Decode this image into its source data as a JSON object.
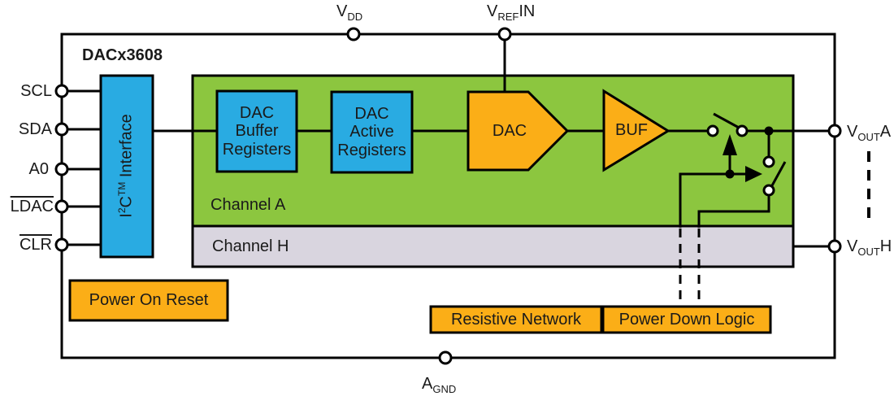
{
  "title": "DACx3608",
  "colors": {
    "blue": "#29ABE2",
    "green": "#8CC63F",
    "orange": "#FBAE17",
    "lavender": "#D9D5DF",
    "line": "#000000"
  },
  "pins": {
    "vdd": {
      "base": "V",
      "sub": "DD",
      "suffix": ""
    },
    "vrefin": {
      "base": "V",
      "sub": "REF",
      "suffix": "IN"
    },
    "scl": {
      "label": "SCL"
    },
    "sda": {
      "label": "SDA"
    },
    "a0": {
      "label": "A0"
    },
    "ldac": {
      "label": "LDAC"
    },
    "clr": {
      "label": "CLR"
    },
    "vouta": {
      "base": "V",
      "sub": "OUT",
      "suffix": "A"
    },
    "vouth": {
      "base": "V",
      "sub": "OUT",
      "suffix": "H"
    },
    "agnd": {
      "base": "A",
      "sub": "GND",
      "suffix": ""
    }
  },
  "blocks": {
    "i2c": {
      "p1": "I",
      "sup1": "2",
      "p2": "C",
      "sup2": "TM",
      "p3": " Interface"
    },
    "dac_buffer": "DAC Buffer Registers",
    "dac_active": "DAC Active Registers",
    "dac": "DAC",
    "buf": "BUF",
    "channel_a": "Channel A",
    "channel_h": "Channel H",
    "power_on_reset": "Power On Reset",
    "resistive_network": "Resistive Network",
    "power_down_logic": "Power Down Logic"
  }
}
